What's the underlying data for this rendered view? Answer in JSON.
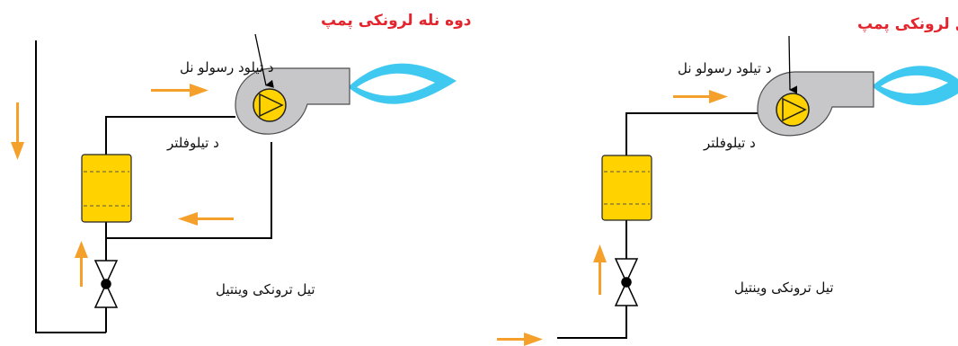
{
  "colors": {
    "pipe": "#000000",
    "pump_body": "#c7c7c9",
    "pump_outline": "#4d4d4f",
    "impeller": "#ffd200",
    "filter_fill": "#ffd200",
    "flow_arrow": "#f5a02a",
    "flame": "#3fc8f0",
    "pump_label": "#e3262d"
  },
  "icons": [
    "fuel-pump-icon",
    "fuel-filter-icon",
    "stop-valve-icon",
    "flow-arrow-icon",
    "burner-flame-icon"
  ],
  "left_diagram": {
    "pump_label": "دوه نله لرونکی پمپ",
    "supply_pipe_label": "د تیلود رسولو نل",
    "filter_label": "د تیلوفلتر",
    "valve_label": "تیل ترونکی وینتیل"
  },
  "right_diagram": {
    "pump_label": "یو نل لرونکی پمپ",
    "supply_pipe_label": "د تیلود رسولو نل",
    "filter_label": "د تیلوفلتر",
    "valve_label": "تیل ترونکی وینتیل"
  }
}
